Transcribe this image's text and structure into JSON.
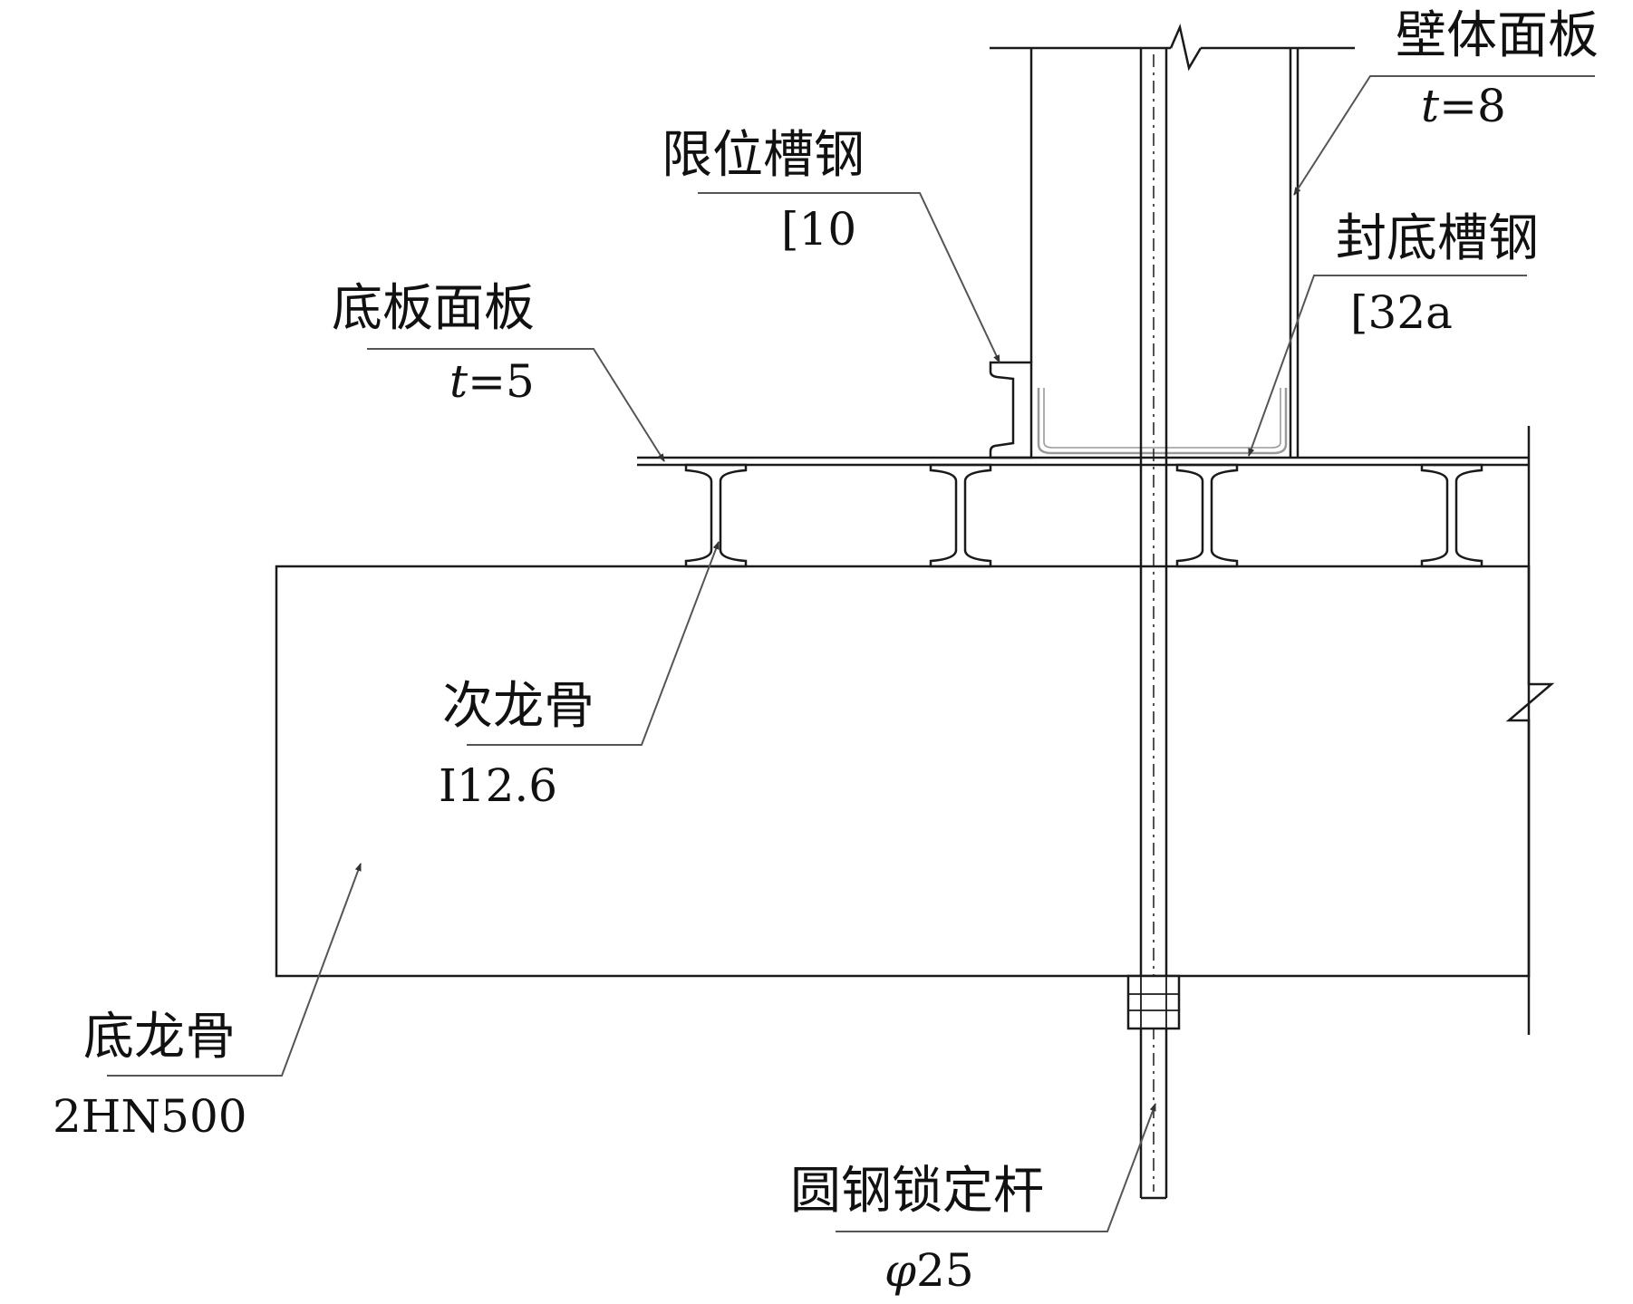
{
  "colors": {
    "line": "#1a1a1a",
    "faint": "#9a9a9a",
    "background": "#ffffff"
  },
  "labels": {
    "wall_panel": {
      "name": "壁体面板",
      "spec": "t=8",
      "spec_var": "t",
      "spec_val": "=8"
    },
    "limit_channel": {
      "name": "限位槽钢",
      "spec": "[10"
    },
    "seal_channel": {
      "name": "封底槽钢",
      "spec": "[32a"
    },
    "bottom_panel": {
      "name": "底板面板",
      "spec": "t=5",
      "spec_var": "t",
      "spec_val": "=5"
    },
    "secondary_keel": {
      "name": "次龙骨",
      "spec": "I12.6"
    },
    "bottom_keel": {
      "name": "底龙骨",
      "spec": "2HN500"
    },
    "locking_rod": {
      "name": "圆钢锁定杆",
      "spec": "φ25",
      "spec_var": "φ",
      "spec_val": "25"
    }
  }
}
